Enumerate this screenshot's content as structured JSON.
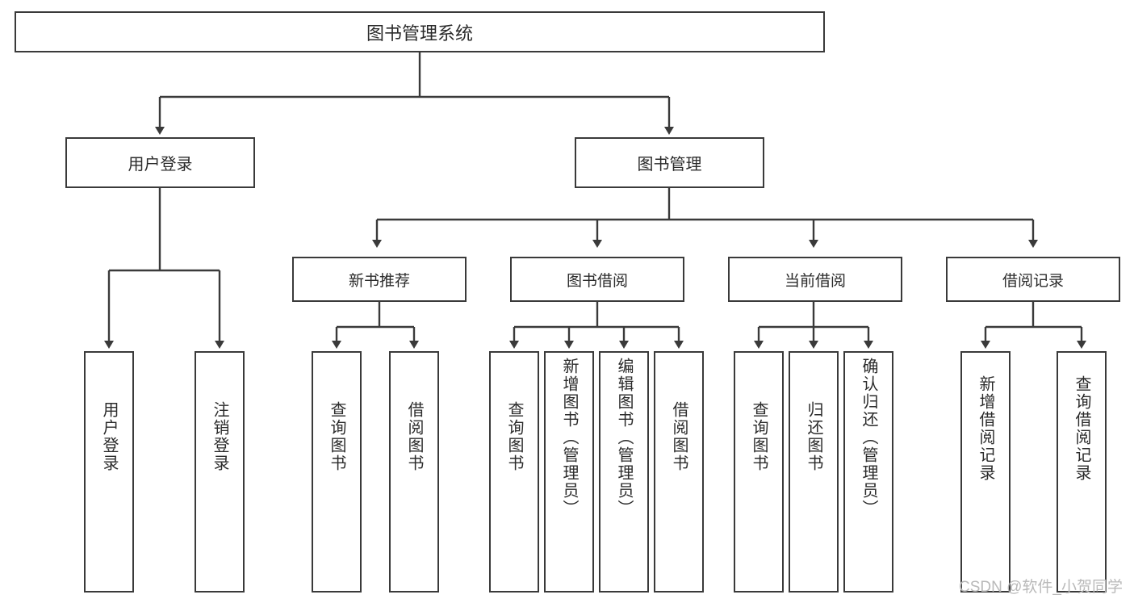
{
  "diagram": {
    "title": "图书管理系统",
    "type": "hierarchy-tree",
    "root": {
      "id": "root",
      "label": "图书管理系统"
    },
    "level2": [
      {
        "id": "user-login",
        "label": "用户登录"
      },
      {
        "id": "book-management",
        "label": "图书管理"
      }
    ],
    "level3": [
      {
        "id": "new-book-recommend",
        "label": "新书推荐",
        "parent": "book-management"
      },
      {
        "id": "book-borrow",
        "label": "图书借阅",
        "parent": "book-management"
      },
      {
        "id": "current-borrow",
        "label": "当前借阅",
        "parent": "book-management"
      },
      {
        "id": "borrow-record",
        "label": "借阅记录",
        "parent": "book-management"
      }
    ],
    "leaves": [
      {
        "id": "leaf-user-login",
        "label": "用户登录",
        "parent": "user-login"
      },
      {
        "id": "leaf-logout-login",
        "label": "注销登录",
        "parent": "user-login"
      },
      {
        "id": "leaf-query-book-1",
        "label": "查询图书",
        "parent": "new-book-recommend"
      },
      {
        "id": "leaf-borrow-book-1",
        "label": "借阅图书",
        "parent": "new-book-recommend"
      },
      {
        "id": "leaf-query-book-2",
        "label": "查询图书",
        "parent": "book-borrow"
      },
      {
        "id": "leaf-add-book",
        "label": "新增图书（管理员）",
        "parent": "book-borrow"
      },
      {
        "id": "leaf-edit-book",
        "label": "编辑图书（管理员）",
        "parent": "book-borrow"
      },
      {
        "id": "leaf-borrow-book-2",
        "label": "借阅图书",
        "parent": "book-borrow"
      },
      {
        "id": "leaf-query-book-3",
        "label": "查询图书",
        "parent": "current-borrow"
      },
      {
        "id": "leaf-return-book",
        "label": "归还图书",
        "parent": "current-borrow"
      },
      {
        "id": "leaf-confirm-return",
        "label": "确认归还（管理员）",
        "parent": "current-borrow"
      },
      {
        "id": "leaf-add-record",
        "label": "新增借阅记录",
        "parent": "borrow-record"
      },
      {
        "id": "leaf-query-record",
        "label": "查询借阅记录",
        "parent": "borrow-record"
      }
    ]
  },
  "watermark": {
    "text": "CSDN @软件_小贺同学"
  },
  "colors": {
    "stroke": "#3a3a3a",
    "background": "#ffffff",
    "text": "#2b2b2b",
    "watermark": "#b9b9b9"
  }
}
